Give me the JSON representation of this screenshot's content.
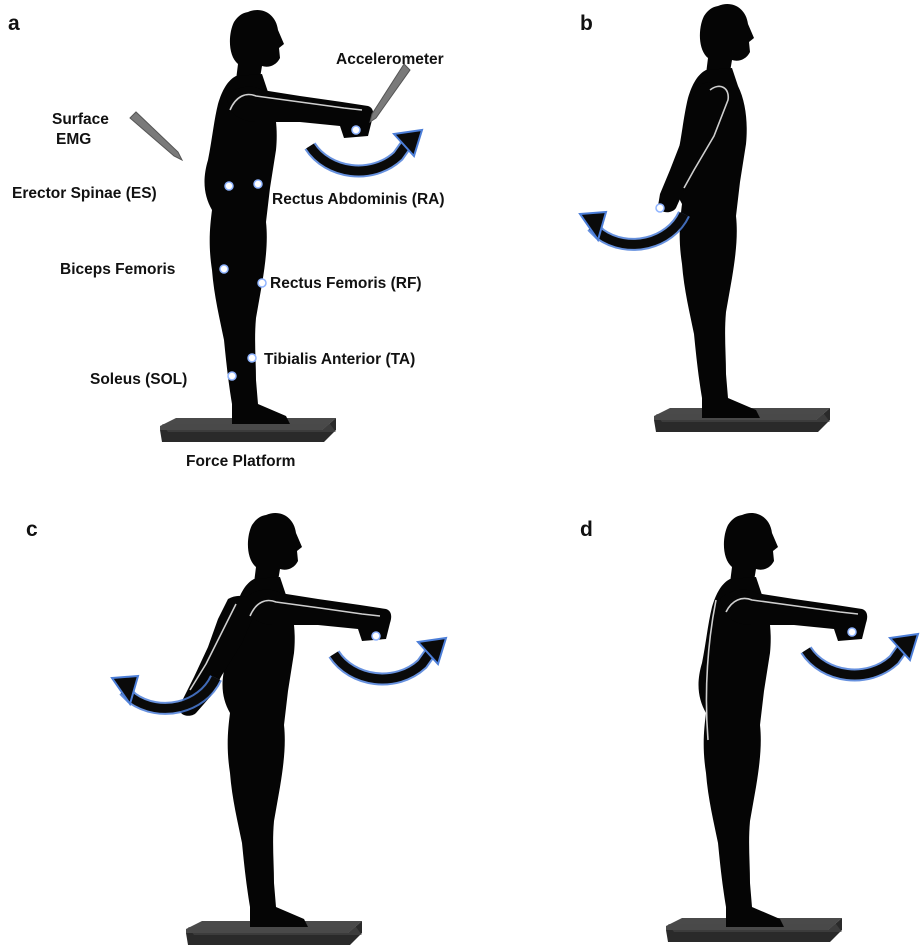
{
  "panels": {
    "a": {
      "letter": "a",
      "labels": {
        "accelerometer": "Accelerometer",
        "surface_emg_line1": "Surface",
        "surface_emg_line2": "EMG",
        "erector_spinae": "Erector Spinae (ES)",
        "rectus_abdominis": "Rectus Abdominis (RA)",
        "biceps_femoris": "Biceps Femoris",
        "rectus_femoris": "Rectus Femoris (RF)",
        "tibialis_anterior": "Tibialis Anterior (TA)",
        "soleus": "Soleus (SOL)",
        "force_platform": "Force Platform"
      }
    },
    "b": {
      "letter": "b"
    },
    "c": {
      "letter": "c"
    },
    "d": {
      "letter": "d"
    }
  },
  "colors": {
    "silhouette": "#050505",
    "arrow_glow": "#4c7ed8",
    "platform": "#4a4a4a",
    "electrode": "#ffffff"
  }
}
